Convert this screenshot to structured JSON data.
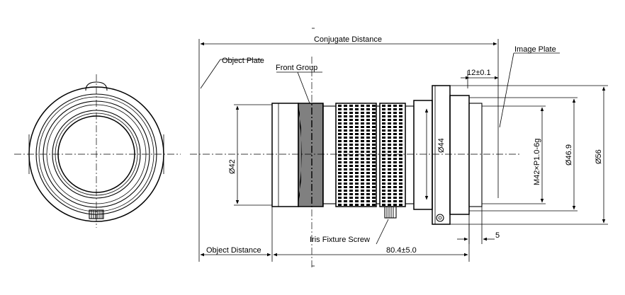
{
  "labels": {
    "conjugate_distance": "Conjugate Distance",
    "object_plate": "Object Plate",
    "front_group": "Front Group",
    "image_plate": "Image Plate",
    "iris_fixture_screw": "Iris Fixture Screw",
    "object_distance": "Object Distance"
  },
  "dimensions": {
    "flange_thickness": "12±0.1",
    "front_diameter": "Ø42",
    "body_diameter": "Ø44",
    "mount_thread": "M42×P1.0-6g",
    "flange_inner_diameter": "Ø46.9",
    "flange_outer_diameter": "Ø56",
    "back_offset": "5",
    "lens_length": "80.4±5.0"
  }
}
